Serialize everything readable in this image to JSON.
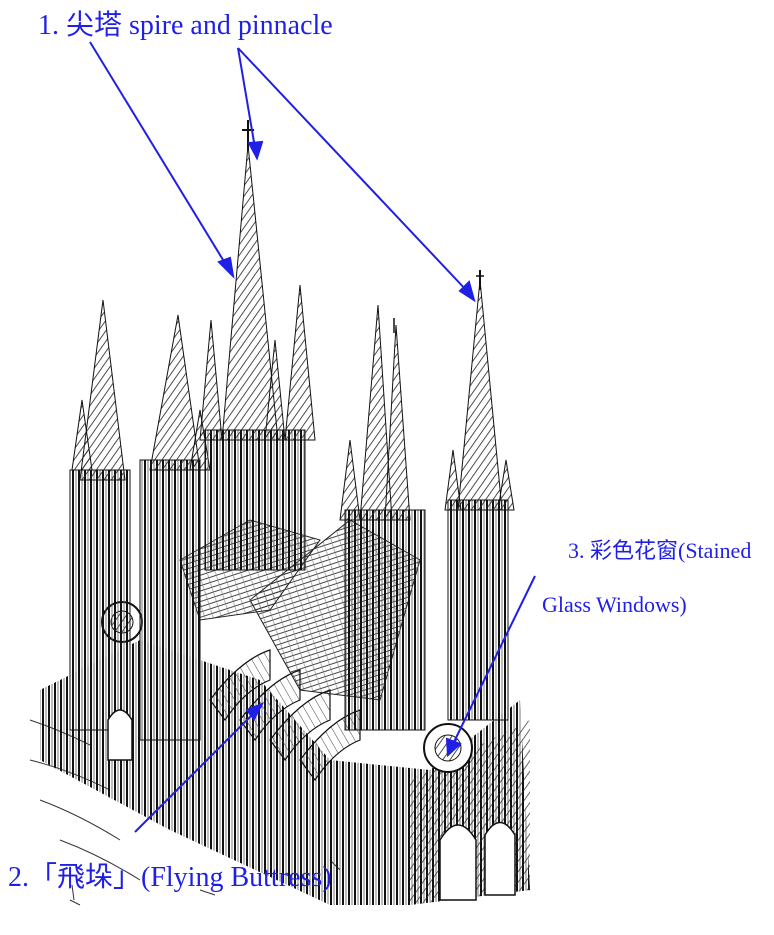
{
  "labels": {
    "spire": "1.  尖塔  spire and pinnacle",
    "stained_line1": "3.  彩色花窗(Stained",
    "stained_line2": "Glass Windows)",
    "buttress": "2.「飛垛」(Flying Buttress)"
  },
  "colors": {
    "annotation": "#1f1fe6",
    "ink": "#1a1a1a",
    "background": "#ffffff"
  }
}
